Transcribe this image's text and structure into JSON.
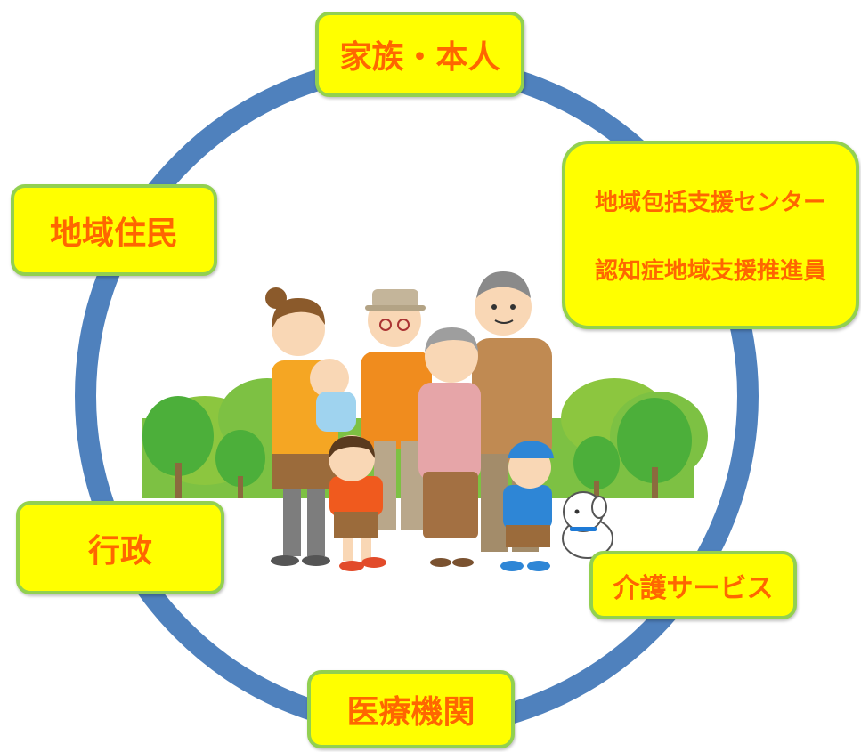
{
  "diagram": {
    "ring_color": "#4f81bd",
    "node_fill": "#ffff00",
    "node_border": "#92d050",
    "text_color": "#ff6600",
    "nodes": {
      "family": "家族・本人",
      "community_center": [
        "地域包括支援センター",
        "認知症地域支援推進員"
      ],
      "residents": "地域住民",
      "administration": "行政",
      "care_services": "介護サービス",
      "medical": "医療機関"
    },
    "illustration": "family-group-with-trees-and-dog"
  }
}
